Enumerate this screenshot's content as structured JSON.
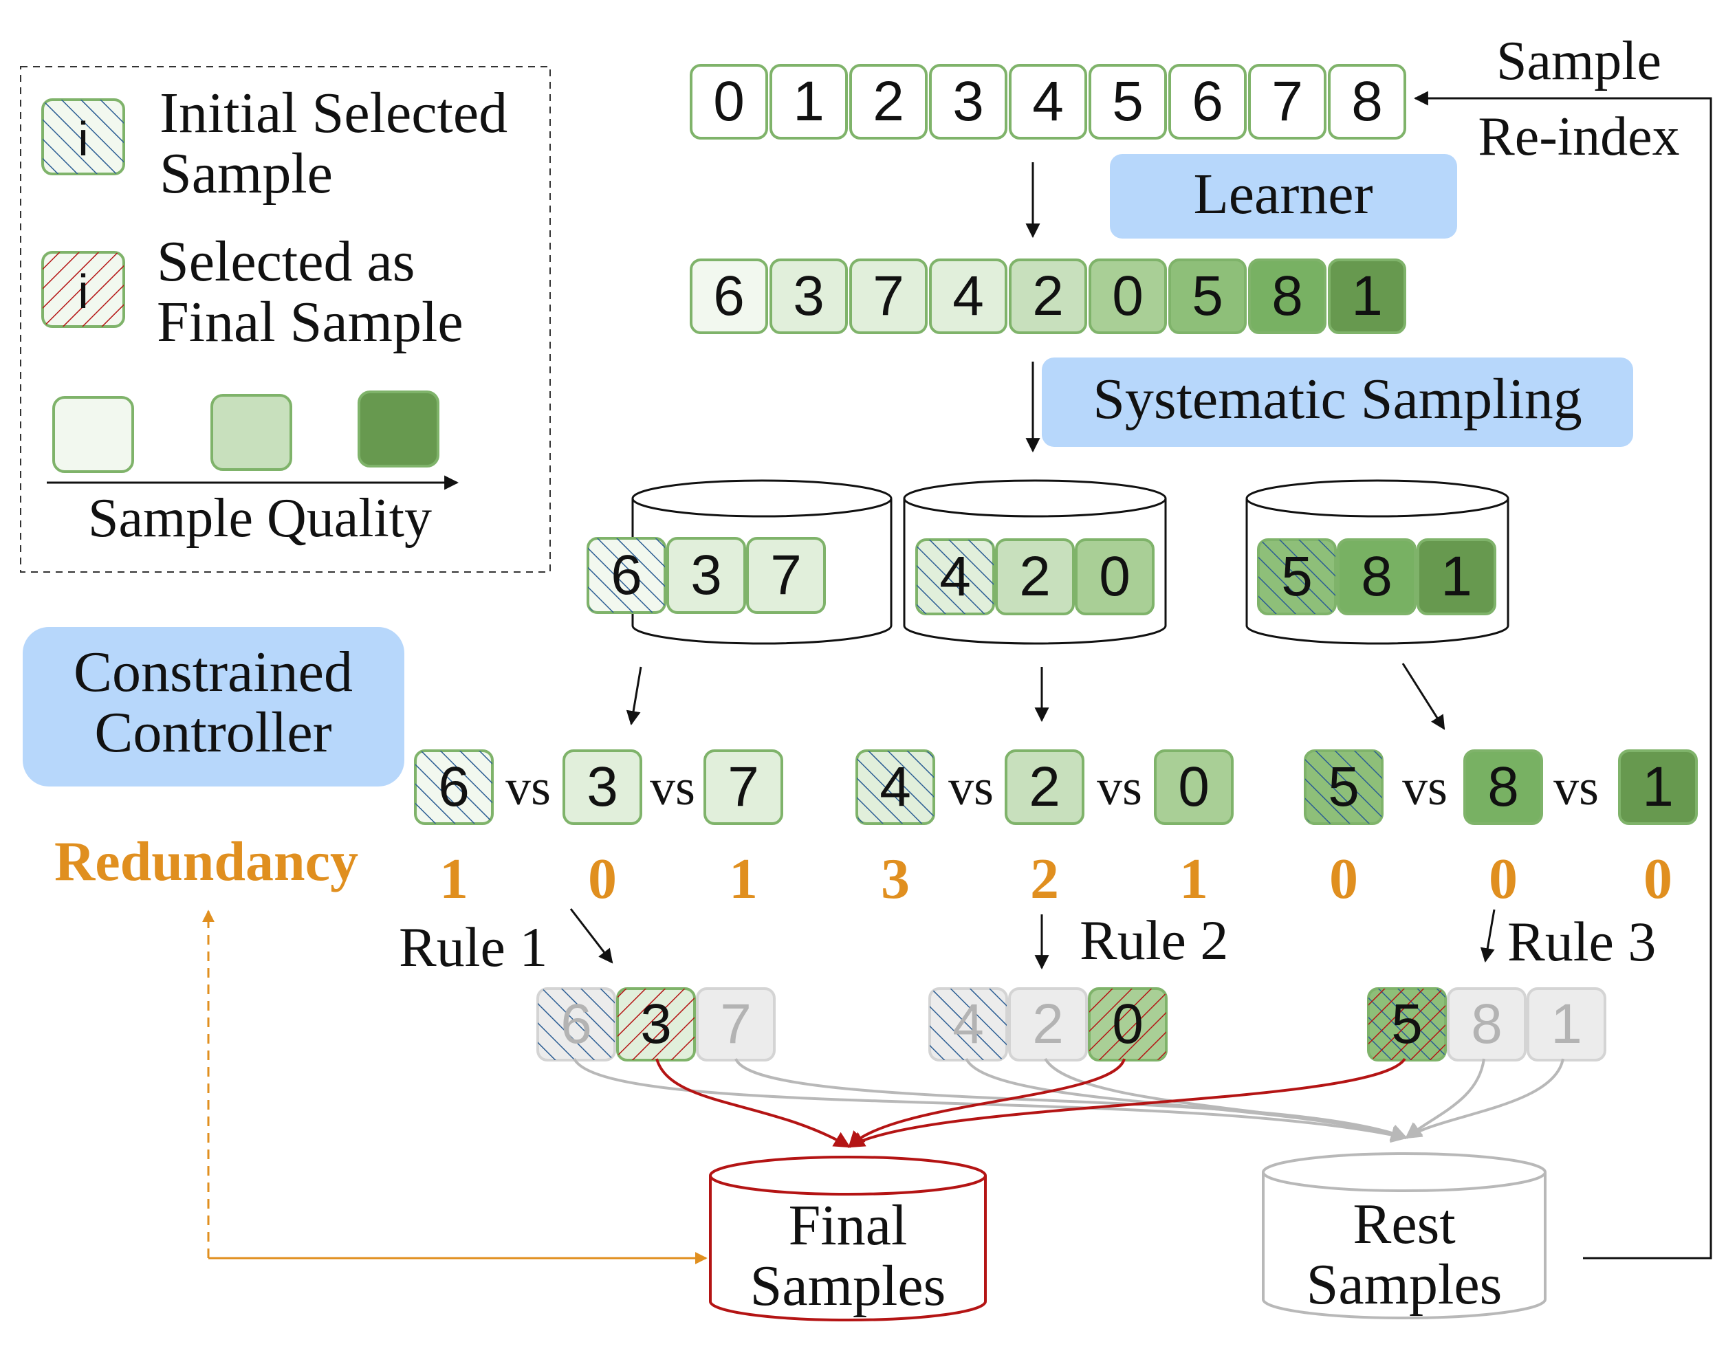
{
  "colors": {
    "q0": "#f2f8ef",
    "q1": "#e1efdb",
    "q2": "#c8e0bd",
    "q3": "#a9cf96",
    "q4": "#8ebf79",
    "q5": "#78b163",
    "q6": "#67994f",
    "cell_border": "#7fb36a",
    "label_blue": "#b7d7fb",
    "orange": "#e08f1f",
    "final_red": "#b41414",
    "rest_gray": "#b8b8b8",
    "faded_fill": "#ececec",
    "faded_text": "#b3b3b3",
    "hatch_blue": "#2b5d93",
    "hatch_red": "#b41414"
  },
  "legend": {
    "initial_marker": "i",
    "initial_line1": "Initial Selected",
    "initial_line2": "Sample",
    "final_marker": "i",
    "final_line1": "Selected as",
    "final_line2": "Final Sample",
    "quality_label": "Sample Quality"
  },
  "labels": {
    "sample_reindex_line1": "Sample",
    "sample_reindex_line2": "Re-index",
    "learner": "Learner",
    "systematic_sampling": "Systematic Sampling",
    "constrained_controller_line1": "Constrained",
    "constrained_controller_line2": "Controller",
    "redundancy": "Redundancy",
    "rule1": "Rule 1",
    "rule2": "Rule 2",
    "rule3": "Rule 3",
    "final_samples_line1": "Final",
    "final_samples_line2": "Samples",
    "rest_samples_line1": "Rest",
    "rest_samples_line2": "Samples",
    "vs": "vs"
  },
  "input_row": [
    "0",
    "1",
    "2",
    "3",
    "4",
    "5",
    "6",
    "7",
    "8"
  ],
  "sorted_row": {
    "values": [
      "6",
      "3",
      "7",
      "4",
      "2",
      "0",
      "5",
      "8",
      "1"
    ],
    "quality": [
      0,
      1,
      1,
      1,
      2,
      3,
      4,
      5,
      6
    ]
  },
  "groups": [
    {
      "bucket": [
        "6",
        "3",
        "7"
      ],
      "quality": [
        0,
        1,
        1
      ],
      "initial_index": 0,
      "redundancy": [
        "1",
        "0",
        "1"
      ],
      "rule": "Rule 1",
      "final_index": 1
    },
    {
      "bucket": [
        "4",
        "2",
        "0"
      ],
      "quality": [
        1,
        2,
        3
      ],
      "initial_index": 0,
      "redundancy": [
        "3",
        "2",
        "1"
      ],
      "rule": "Rule 2",
      "final_index": 2
    },
    {
      "bucket": [
        "5",
        "8",
        "1"
      ],
      "quality": [
        4,
        5,
        6
      ],
      "initial_index": 0,
      "redundancy": [
        "0",
        "0",
        "0"
      ],
      "rule": "Rule 3",
      "final_index": 0
    }
  ]
}
